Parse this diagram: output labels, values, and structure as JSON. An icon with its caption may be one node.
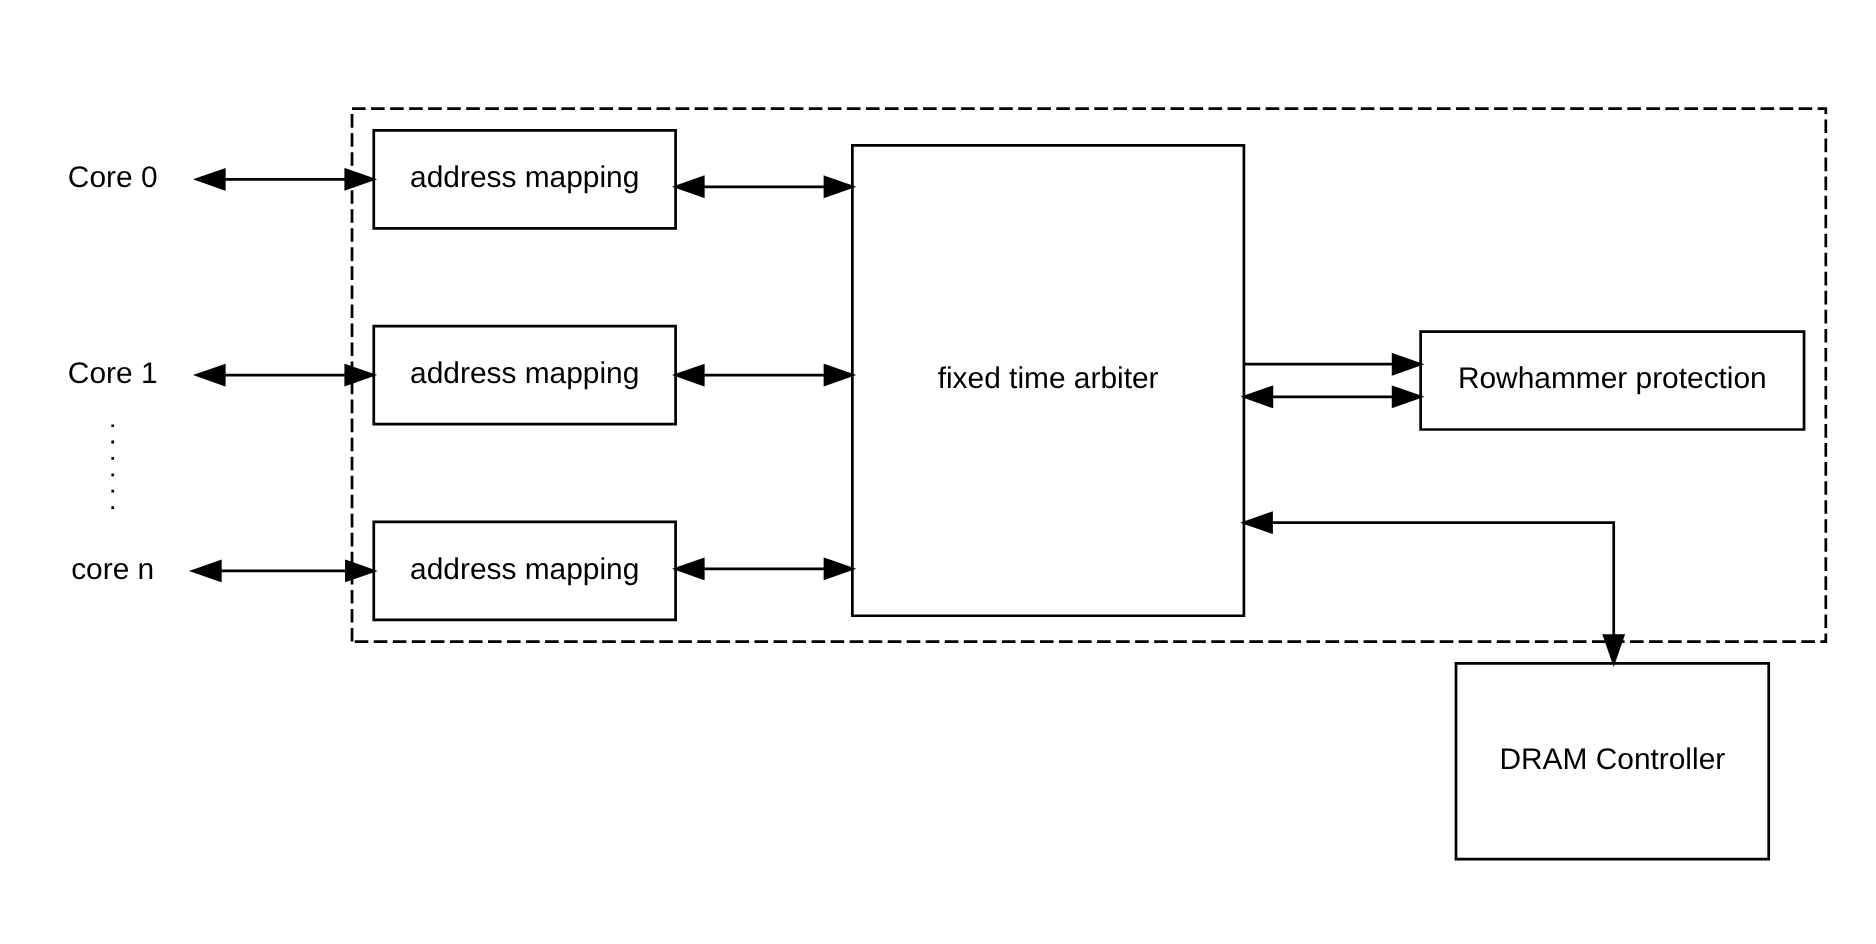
{
  "diagram": {
    "nodes": [
      {
        "text": [],
        "shape": "box"
      },
      {
        "text": [
          "Core 0"
        ]
      },
      {
        "text": [
          "Core 1"
        ]
      },
      {
        "text": [
          "core n"
        ]
      },
      {
        "text": [
          "address mapping"
        ],
        "in": 0
      },
      {
        "text": [
          "address mapping"
        ],
        "in": 0
      },
      {
        "text": [
          "address mapping"
        ],
        "in": 0
      },
      {
        "text": [
          "fixed time arbiter"
        ],
        "in": 0
      },
      {
        "text": [
          "Rowhammer protection"
        ],
        "in": 0
      },
      {
        "text": [
          "DRAM Controller"
        ]
      }
    ],
    "edges": [
      {
        "from": 1,
        "to": 4,
        "arrow": "both"
      },
      {
        "from": 2,
        "to": 5,
        "arrow": "both"
      },
      {
        "from": 3,
        "to": 6,
        "arrow": "both"
      },
      {
        "from": 2,
        "to": 3,
        "arrow": "none",
        "style": "dashed"
      },
      {
        "from": 4,
        "to": 7,
        "arrow": "both"
      },
      {
        "from": 5,
        "to": 7,
        "arrow": "both"
      },
      {
        "from": 6,
        "to": 7,
        "arrow": "both"
      },
      {
        "from": 7,
        "to": 9,
        "arrow": "both"
      },
      {
        "from": 7,
        "to": 8,
        "arrow": "both"
      },
      {
        "from": 7,
        "to": 8,
        "arrow": "to"
      }
    ]
  }
}
